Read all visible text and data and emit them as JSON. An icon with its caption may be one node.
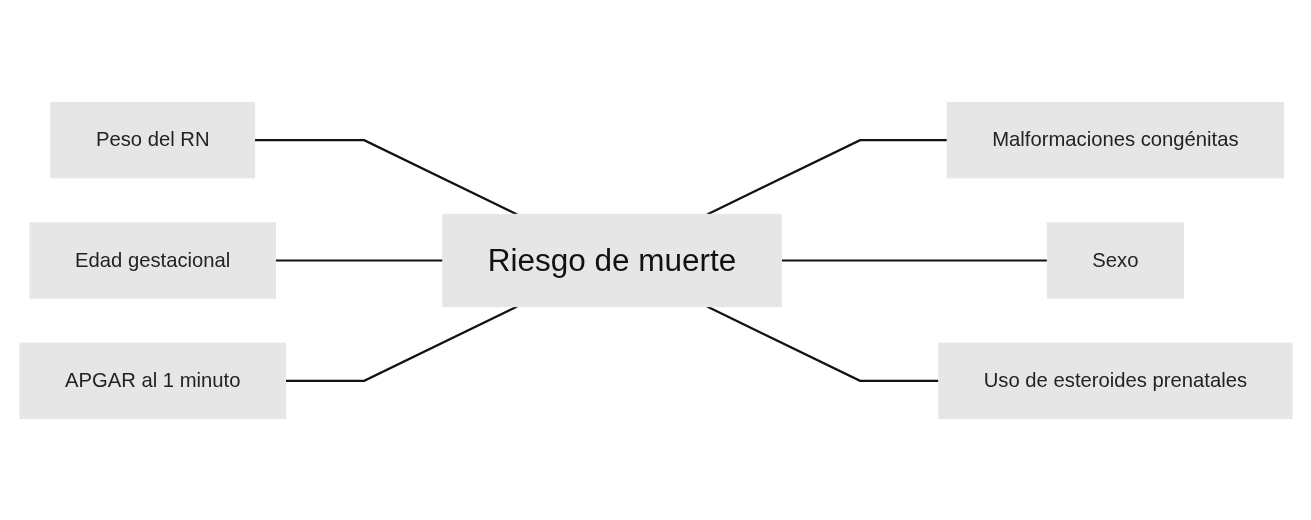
{
  "diagram": {
    "nodes": [
      {
        "text": [
          "Peso del RN"
        ]
      },
      {
        "text": [
          "Edad gestacional"
        ]
      },
      {
        "text": [
          "APGAR al 1 minuto"
        ]
      },
      {
        "text": [
          "Riesgo de muerte"
        ]
      },
      {
        "text": [
          "Malformaciones congénitas"
        ]
      },
      {
        "text": [
          "Sexo"
        ]
      },
      {
        "text": [
          "Uso de esteroides prenatales"
        ]
      }
    ],
    "edges": [
      {
        "from": 0,
        "to": 3,
        "arrow": "none"
      },
      {
        "from": 1,
        "to": 3,
        "arrow": "none"
      },
      {
        "from": 2,
        "to": 3,
        "arrow": "none"
      },
      {
        "from": 3,
        "to": 4,
        "arrow": "none"
      },
      {
        "from": 3,
        "to": 5,
        "arrow": "none"
      },
      {
        "from": 3,
        "to": 6,
        "arrow": "none"
      }
    ]
  }
}
